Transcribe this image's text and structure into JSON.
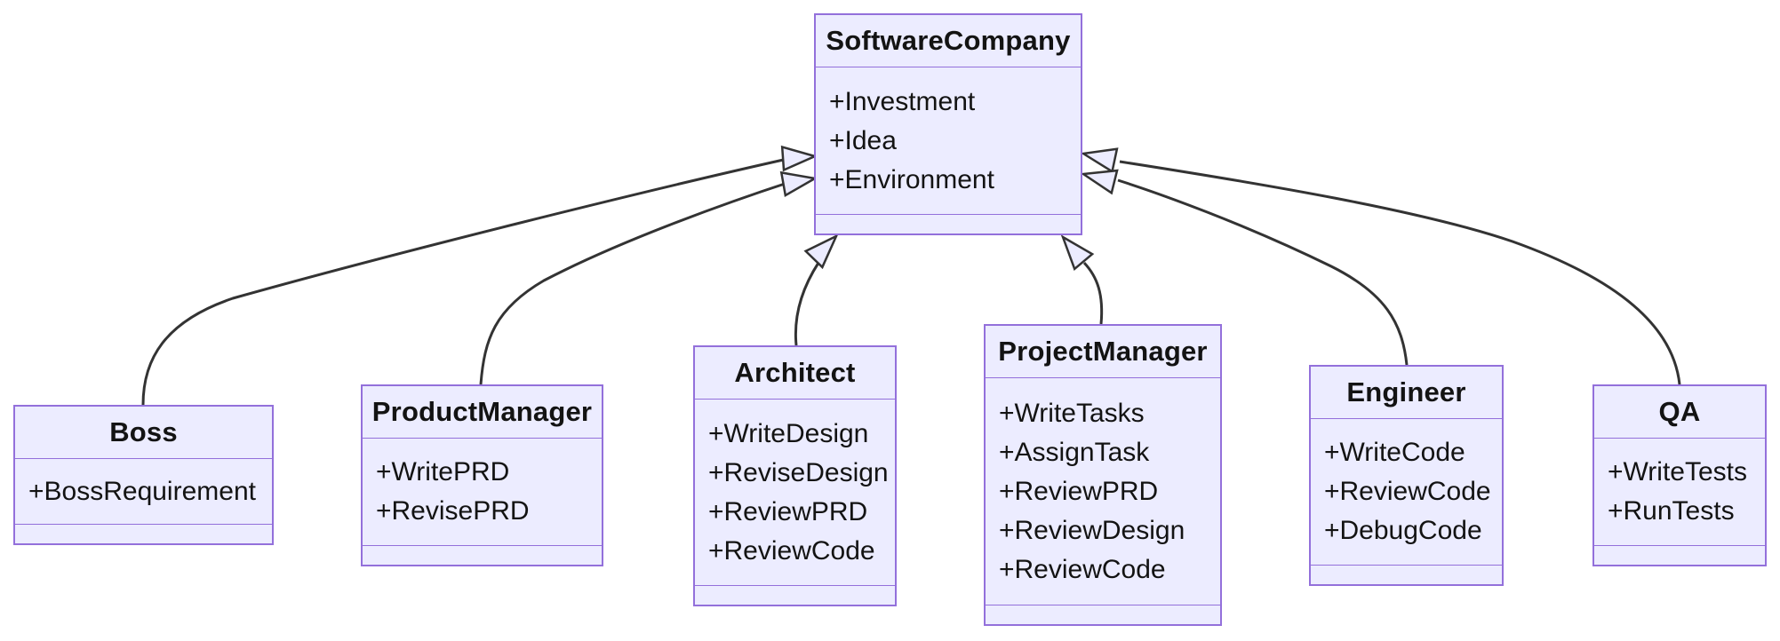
{
  "diagram": {
    "kind": "uml-class-diagram",
    "colors": {
      "class_fill": "#ECECFF",
      "class_border": "#9370DB",
      "edge_line": "#333333",
      "text": "#131313",
      "background": "#FFFFFF"
    },
    "classes": [
      {
        "name": "SoftwareCompany",
        "members": [
          "+Investment",
          "+Idea",
          "+Environment"
        ]
      },
      {
        "name": "Boss",
        "members": [
          "+BossRequirement"
        ]
      },
      {
        "name": "ProductManager",
        "members": [
          "+WritePRD",
          "+RevisePRD"
        ]
      },
      {
        "name": "Architect",
        "members": [
          "+WriteDesign",
          "+ReviseDesign",
          "+ReviewPRD",
          "+ReviewCode"
        ]
      },
      {
        "name": "ProjectManager",
        "members": [
          "+WriteTasks",
          "+AssignTask",
          "+ReviewPRD",
          "+ReviewDesign",
          "+ReviewCode"
        ]
      },
      {
        "name": "Engineer",
        "members": [
          "+WriteCode",
          "+ReviewCode",
          "+DebugCode"
        ]
      },
      {
        "name": "QA",
        "members": [
          "+WriteTests",
          "+RunTests"
        ]
      }
    ],
    "relationships": [
      {
        "from": "Boss",
        "to": "SoftwareCompany",
        "type": "inheritance"
      },
      {
        "from": "ProductManager",
        "to": "SoftwareCompany",
        "type": "inheritance"
      },
      {
        "from": "Architect",
        "to": "SoftwareCompany",
        "type": "inheritance"
      },
      {
        "from": "ProjectManager",
        "to": "SoftwareCompany",
        "type": "inheritance"
      },
      {
        "from": "Engineer",
        "to": "SoftwareCompany",
        "type": "inheritance"
      },
      {
        "from": "QA",
        "to": "SoftwareCompany",
        "type": "inheritance"
      }
    ]
  }
}
